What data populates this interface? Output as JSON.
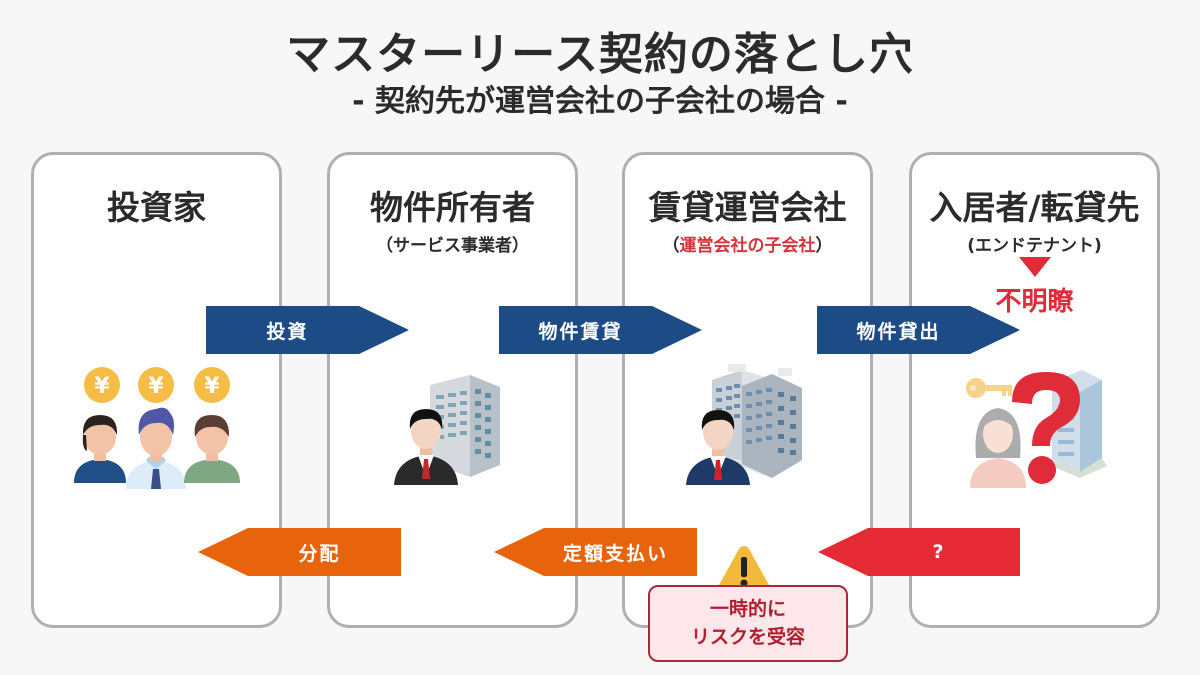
{
  "header": {
    "title": "マスターリース契約の落とし穴",
    "subtitle": "- 契約先が運営会社の子会社の場合 -"
  },
  "parties": [
    {
      "title": "投資家",
      "subtitle": ""
    },
    {
      "title": "物件所有者",
      "subtitle": "（サービス事業者）"
    },
    {
      "title": "賃貸運営会社",
      "subtitle_open": "（",
      "subtitle_highlight": "運営会社の子会社",
      "subtitle_close": "）"
    },
    {
      "title": "入居者/転貸先",
      "subtitle": "(エンドテナント)",
      "status": "不明瞭"
    }
  ],
  "flows_forward": [
    {
      "label": "投資",
      "from": "投資家",
      "to": "物件所有者"
    },
    {
      "label": "物件賃貸",
      "from": "物件所有者",
      "to": "賃貸運営会社"
    },
    {
      "label": "物件貸出",
      "from": "賃貸運営会社",
      "to": "入居者/転貸先"
    }
  ],
  "flows_back": [
    {
      "label": "分配",
      "from": "物件所有者",
      "to": "投資家"
    },
    {
      "label": "定額支払い",
      "from": "賃貸運営会社",
      "to": "物件所有者"
    },
    {
      "label": "?",
      "from": "入居者/転貸先",
      "to": "賃貸運営会社"
    }
  ],
  "warning": {
    "icon": "warning-icon",
    "line1": "一時的に",
    "line2": "リスクを受容"
  },
  "illustrations": {
    "investors": "investors-with-yen-coins",
    "owner": "businessman-with-building",
    "operator": "businessman-with-office-building",
    "tenant": "tenant-with-question-mark"
  },
  "colors": {
    "forward_arrow": "#1c4b86",
    "return_arrow": "#e8640c",
    "unknown_arrow": "#e52a36",
    "highlight_red": "#e02b38",
    "box_border": "#b0b0b0",
    "background": "#f7f7f7"
  }
}
